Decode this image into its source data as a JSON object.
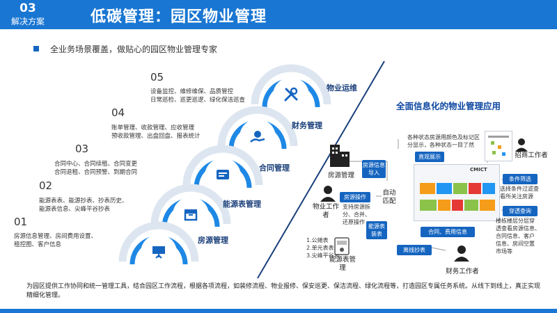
{
  "header": {
    "section_number": "03",
    "section_name": "解决方案",
    "title": "低碳管理：园区物业管理"
  },
  "subtitle": "全业务场景覆盖，做贴心的园区物业管理专家",
  "steps": [
    {
      "number": "05",
      "label": "物业运维",
      "desc": [
        "设备监控、维修维保、品质管控",
        "日常巡检、巡更巡逻、绿化保洁巡查"
      ],
      "icon": "wrench-screwdriver-icon"
    },
    {
      "number": "04",
      "label": "财务管理",
      "desc": [
        "账单管理、收款管理、应收管理",
        "预收款管理、出盘回盘、报表统计"
      ],
      "icon": "coin-hand-icon"
    },
    {
      "number": "03",
      "label": "合同管理",
      "desc": [
        "合同中心、合同续租、合同变更",
        "合同退租、合同预警、到期合同"
      ],
      "icon": "contract-icon"
    },
    {
      "number": "02",
      "label": "能源表管理",
      "desc": [
        "能源表表、能源抄表、抄表历史、",
        "能源表信息、尖峰平谷抄表"
      ],
      "icon": "box-icon"
    },
    {
      "number": "01",
      "label": "房源管理",
      "desc": [
        "房源信息管理、房间费用设置、",
        "租控图、客户信息"
      ],
      "icon": "presentation-icon"
    }
  ],
  "right": {
    "title": "全面信息化的物业管理应用",
    "house_manager": "房源管理",
    "house_info_import": "房源信息导入",
    "house_operation": "房源操作",
    "operation_desc": [
      "支持房源拆",
      "分、合并、",
      "还原操作"
    ],
    "property_worker": "物业工作者",
    "auto_match": "自动匹配",
    "meter_install": "能源表装表",
    "meter_list": [
      "1.公摊表",
      "2.单元表表",
      "3.尖峰平谷表"
    ],
    "meter_manager": "能源表管理",
    "offline_reading": "离线抄表",
    "color_desc": [
      "各种状态房源用颜色及标记区",
      "分显示，各种状态一目了然"
    ],
    "visual_display": "直观展示",
    "contract_fee_info": "合同、费用信息",
    "cmict": "CMICT",
    "finance_worker": "财务工作者",
    "recruit_worker": "招商工作者",
    "condition_filter": "条件筛选",
    "filter_desc": [
      "选择条件过滤查",
      "看所关注房源"
    ],
    "penetrate_query": "穿透查询",
    "query_desc": [
      "楼栋楼层分层穿",
      "透查看房源信息、",
      "合同信息、客户",
      "信息、房间空置",
      "市场等"
    ]
  },
  "footer": "为园区提供工作协同和统一管理工具，结合园区工作流程，根据各项流程，如装修流程、物业报修、保安巡更、保洁流程、绿化流程等，打造园区专属任务系统。从线下到线上，真正实现精细化管理。",
  "colors": {
    "primary": "#1976d2",
    "dark_blue": "#0d47a1",
    "label_blue": "#1a3f7a"
  }
}
